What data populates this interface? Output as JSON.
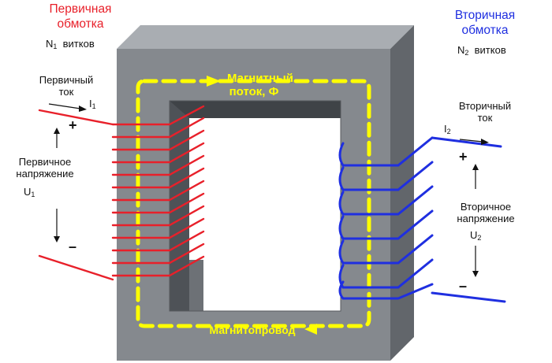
{
  "colors": {
    "primary": "#e8202a",
    "secondary": "#1f2fe0",
    "flux": "#ffff00",
    "core_front": "#808489",
    "core_side": "#5f6368",
    "core_top": "#a4a8ad"
  },
  "primary_winding": {
    "title_line1": "Первичная",
    "title_line2": "обмотка",
    "turns_symbol": "N",
    "turns_sub": "1",
    "turns_word": "витков",
    "current_line1": "Первичный",
    "current_line2": "ток",
    "current_symbol": "I",
    "current_sub": "1",
    "voltage_line1": "Первичное",
    "voltage_line2": "напряжение",
    "voltage_symbol": "U",
    "voltage_sub": "1",
    "plus": "+",
    "minus": "–"
  },
  "secondary_winding": {
    "title_line1": "Вторичная",
    "title_line2": "обмотка",
    "turns_symbol": "N",
    "turns_sub": "2",
    "turns_word": "витков",
    "current_line1": "Вторичный",
    "current_line2": "ток",
    "current_symbol": "I",
    "current_sub": "2",
    "voltage_line1": "Вторичное",
    "voltage_line2": "напряжение",
    "voltage_symbol": "U",
    "voltage_sub": "2",
    "plus": "+",
    "minus": "–"
  },
  "core": {
    "flux_line1": "Магнитный",
    "flux_line2": "поток, Ф",
    "core_label": "Магнитопровод"
  }
}
